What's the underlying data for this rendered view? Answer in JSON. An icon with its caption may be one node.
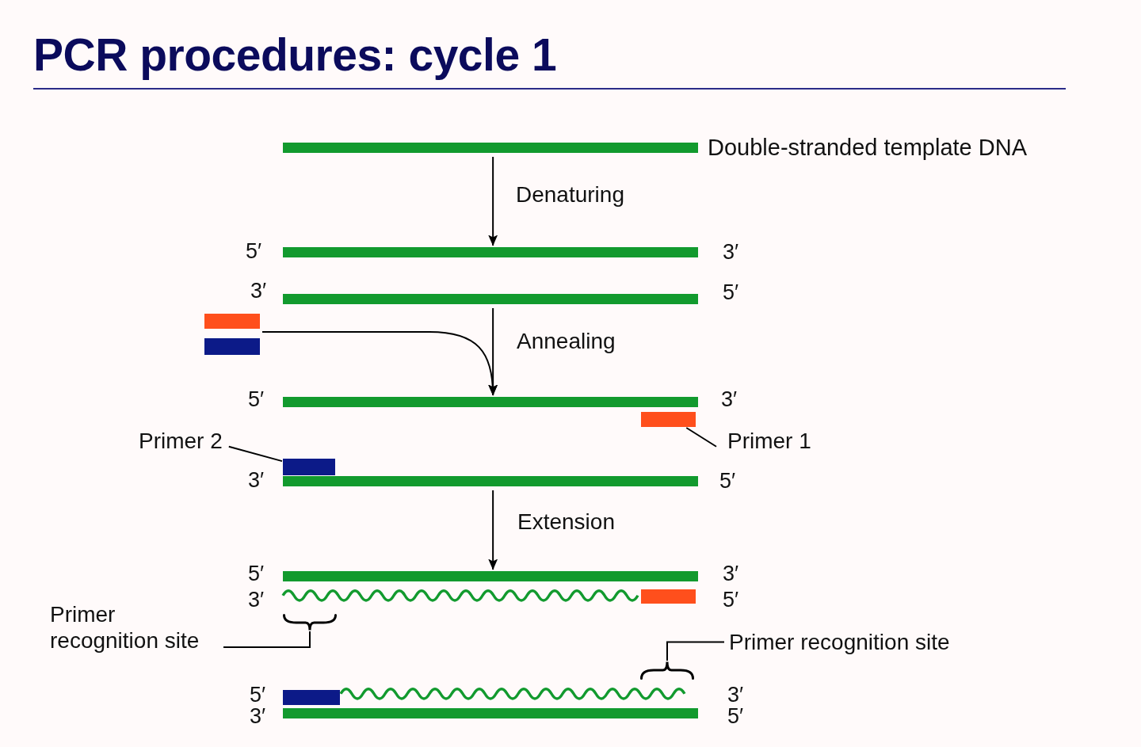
{
  "diagram": {
    "title": "PCR procedures: cycle 1",
    "nodes": [
      {
        "text": [],
        "shape": "bar",
        "beside": [
          "Double-stranded template DNA"
        ]
      },
      {
        "text": [],
        "shape": "bar"
      },
      {
        "text": [],
        "shape": "bar"
      },
      {
        "text": [],
        "shape": "box"
      },
      {
        "text": [],
        "shape": "box"
      },
      {
        "text": [],
        "shape": "bar"
      },
      {
        "text": [],
        "shape": "box"
      },
      {
        "text": [
          "Primer 2"
        ]
      },
      {
        "text": [
          "Primer 1"
        ]
      },
      {
        "text": [],
        "shape": "box"
      },
      {
        "text": [],
        "shape": "bar"
      },
      {
        "text": [],
        "shape": "bar"
      },
      {
        "text": [],
        "shape": "wave"
      },
      {
        "text": [],
        "shape": "box"
      },
      {
        "text": [
          "Primer recognition site"
        ]
      },
      {
        "text": [],
        "shape": "brace"
      },
      {
        "text": [
          "Primer recognition site"
        ]
      },
      {
        "text": [],
        "shape": "brace"
      },
      {
        "text": [],
        "shape": "box"
      },
      {
        "text": [],
        "shape": "wave"
      },
      {
        "text": [],
        "shape": "bar"
      }
    ],
    "edges": [
      {
        "from": 0,
        "to": 1,
        "arrow": "to",
        "label": "Denaturing"
      },
      {
        "from": 2,
        "to": 5,
        "arrow": "to",
        "label": "Annealing"
      },
      {
        "from": 3,
        "to": 5,
        "arrow": "to"
      },
      {
        "from": 4,
        "to": 5,
        "arrow": "to"
      },
      {
        "from": 7,
        "to": 9,
        "arrow": "none"
      },
      {
        "from": 8,
        "to": 6,
        "arrow": "none"
      },
      {
        "from": 10,
        "to": 11,
        "arrow": "to",
        "label": "Extension"
      },
      {
        "from": 14,
        "to": 15,
        "arrow": "none"
      },
      {
        "from": 16,
        "to": 17,
        "arrow": "none"
      }
    ],
    "labels": [
      "5′",
      "3′",
      "3′",
      "5′",
      "5′",
      "3′",
      "3′",
      "5′",
      "5′",
      "3′",
      "3′",
      "5′",
      "5′",
      "3′",
      "3′",
      "5′"
    ]
  }
}
